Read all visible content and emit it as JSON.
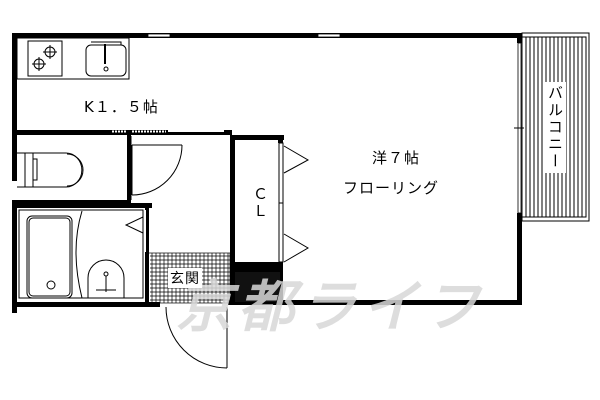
{
  "floorplan": {
    "rooms": {
      "kitchen": "K１．５帖",
      "western_room_size": "洋７帖",
      "western_room_floor": "フローリング",
      "closet": "ＣＬ",
      "entrance": "玄関",
      "balcony": "バルコニー"
    },
    "watermark": "京都ライフ",
    "colors": {
      "wall": "#000000",
      "background": "#ffffff",
      "watermark": "#d8d8d8"
    }
  }
}
